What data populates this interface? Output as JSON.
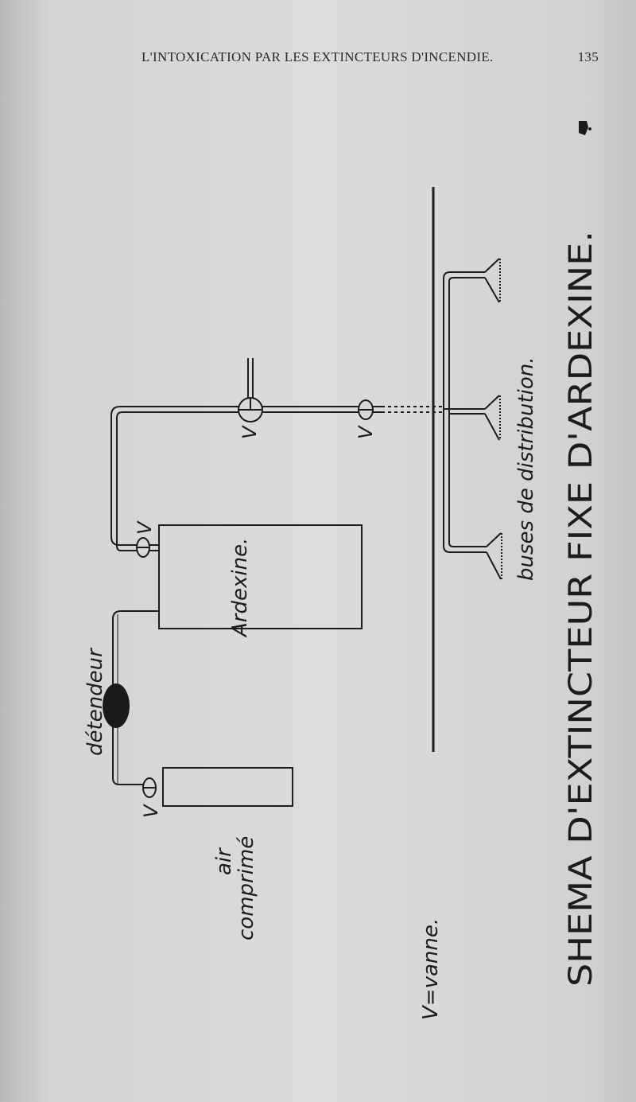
{
  "header": {
    "running_title": "L'INTOXICATION PAR LES EXTINCTEURS D'INCENDIE.",
    "page_number": "135"
  },
  "diagram": {
    "caption": "SHEMA D'EXTINCTEUR FIXE D'ARDEXINE.",
    "legend": "V=vanne.",
    "labels": {
      "air": "air",
      "comprime": "comprimé",
      "detendeur": "détendeur",
      "ardexine": "Ardexine.",
      "buses": "buses de distribution.",
      "valve": "V"
    }
  }
}
